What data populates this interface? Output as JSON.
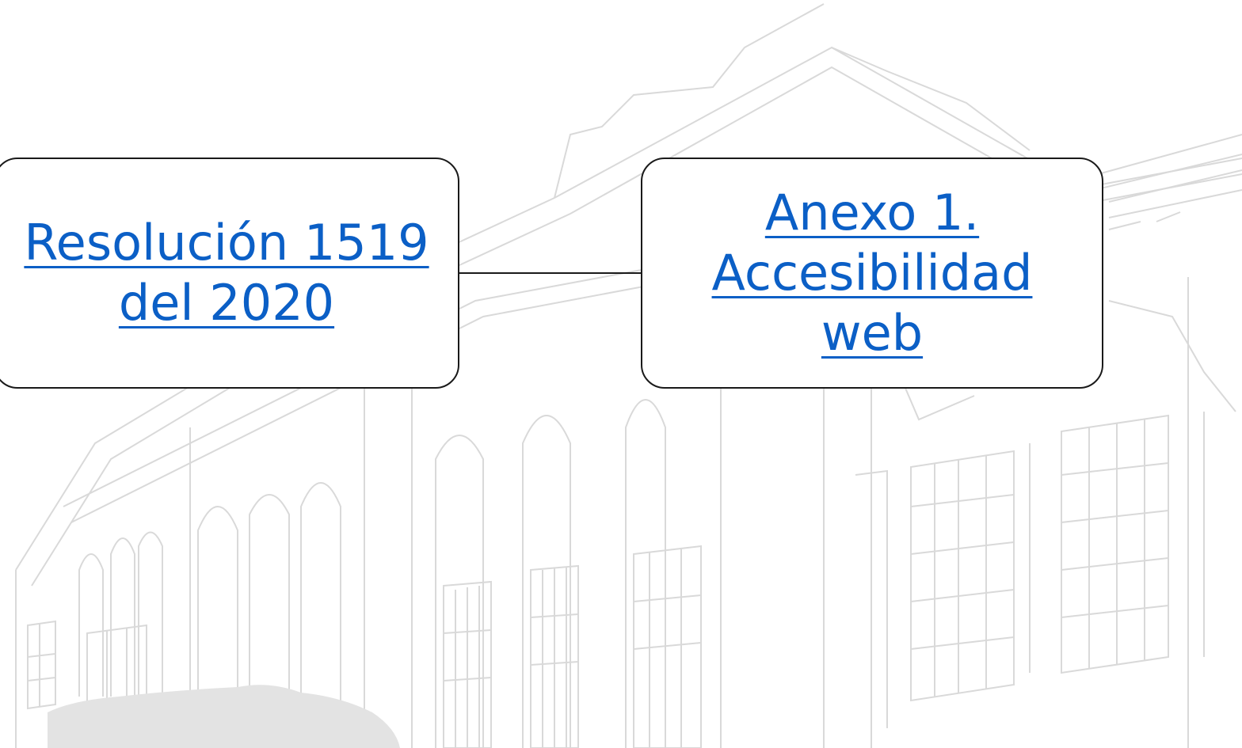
{
  "colors": {
    "link": "#0b5fc6",
    "border": "#1a1a1a",
    "watermark": "#d9d9d9",
    "ground": "#e3e3e3"
  },
  "nodes": [
    {
      "lines": [
        "Resolución 1519",
        "del 2020"
      ],
      "linked": true
    },
    {
      "lines": [
        "Anexo 1.",
        "Accesibilidad",
        "web"
      ],
      "linked": true
    }
  ],
  "watermark": {
    "icon": "building-facade-illustration"
  }
}
